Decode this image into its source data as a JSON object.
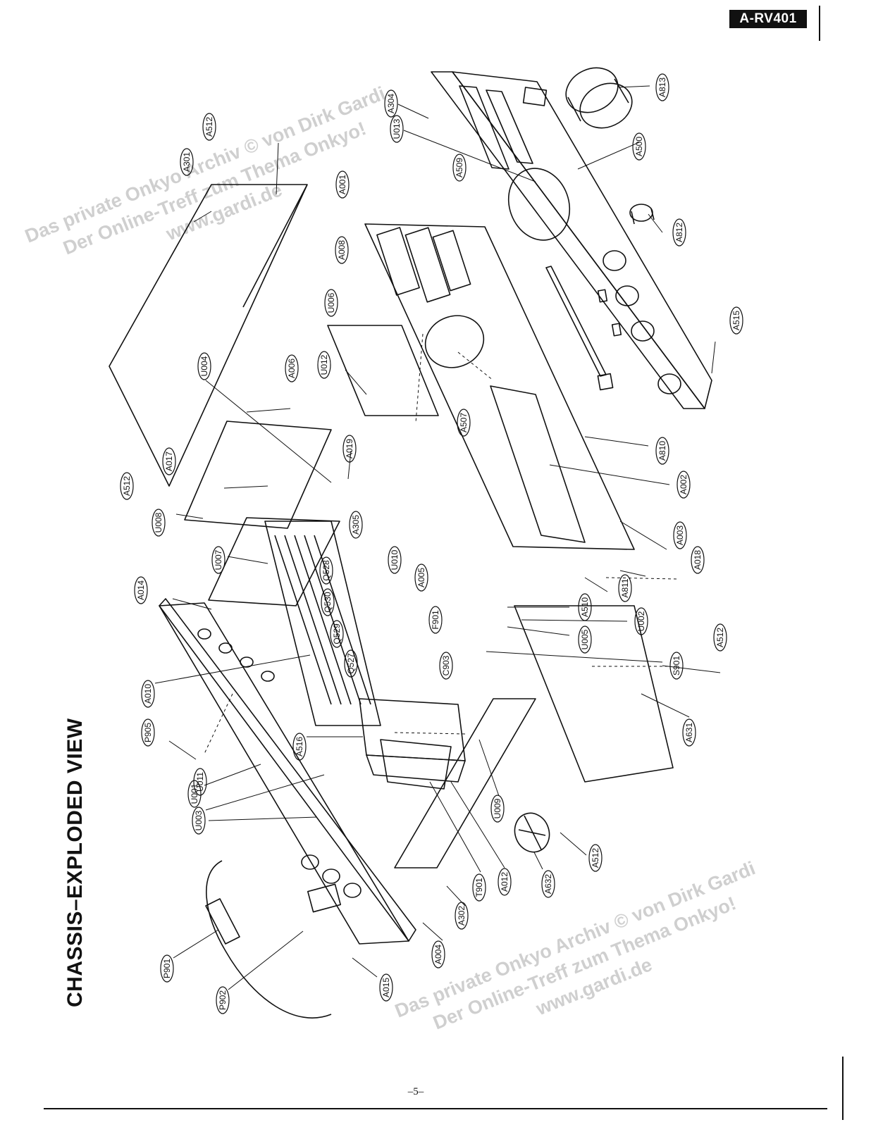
{
  "header": {
    "model": "A-RV401"
  },
  "title": "CHASSIS–EXPLODED VIEW",
  "page_number": "–5–",
  "watermark": {
    "line1": "Das private Onkyo Archiv © von Dirk Gardi",
    "line2": "Der Online-Treff zum Thema Onkyo!",
    "line3": "www.gardi.de"
  },
  "callouts": {
    "a813": "A813",
    "a304": "A304",
    "u013": "U013",
    "a500": "A500",
    "a509": "A509",
    "a001": "A001",
    "a812": "A812",
    "a008": "A008",
    "u006": "U006",
    "a515": "A515",
    "u012": "U012",
    "a006": "A006",
    "u004": "U004",
    "a301": "A301",
    "a512_top": "A512",
    "a019": "A019",
    "a507": "A507",
    "a017": "A017",
    "a512_left": "A512",
    "a810": "A810",
    "a002": "A002",
    "u008": "U008",
    "a305": "A305",
    "u010": "U010",
    "a005": "A005",
    "a003": "A003",
    "a018": "A018",
    "a811": "A811",
    "q528": "Q528",
    "u007": "U007",
    "q530": "Q530",
    "f901": "F901",
    "a510": "A510",
    "u002": "U002",
    "u005": "U005",
    "a014": "A014",
    "q529": "Q529",
    "q527": "Q527",
    "c903": "C903",
    "s901": "S901",
    "a512_right": "A512",
    "a010": "A010",
    "a631": "A631",
    "p905": "P905",
    "a516": "A516",
    "u001": "U001",
    "u011": "U011",
    "u009": "U009",
    "u003": "U003",
    "a012": "A012",
    "a632": "A632",
    "a512_bottom": "A512",
    "t901": "T901",
    "a302": "A302",
    "a004": "A004",
    "p901": "P901",
    "p902": "P902",
    "a015": "A015"
  }
}
